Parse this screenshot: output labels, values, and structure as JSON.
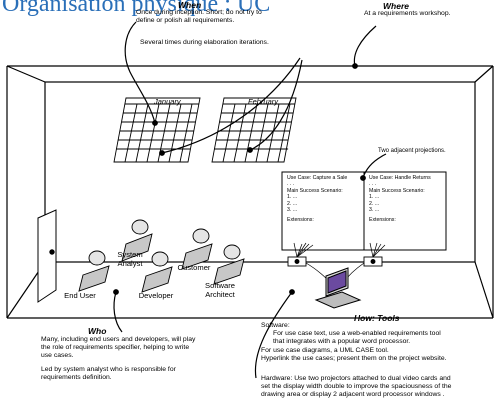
{
  "title": "Organisation physique : UC",
  "when": {
    "heading": "When",
    "line1": "Once during inception. Short; do not try to",
    "line2": "define or polish all requirements.",
    "line3": "Several times during elaboration iterations."
  },
  "where": {
    "heading": "Where",
    "text": "At a requirements workshop."
  },
  "calendar": {
    "month1": "January",
    "month2": "February"
  },
  "projections": {
    "caption": "Two adjacent projections.",
    "left": [
      "Use Case: Capture a Sale",
      ". . .",
      "Main Success Scenario:",
      "1. ...",
      "2. ...",
      "3. ...",
      "Extensions:"
    ],
    "right": [
      "Use Case: Handle Returns",
      ". . .",
      "Main Success Scenario:",
      "1. ...",
      "2. ...",
      "3. ...",
      "Extensions:"
    ]
  },
  "people": {
    "system_analyst": [
      "System",
      "Analyst"
    ],
    "customer": "Customer",
    "software_architect": [
      "Software",
      "Architect"
    ],
    "end_user": "End User",
    "developer": "Developer"
  },
  "who": {
    "heading": "Who",
    "p1_l1": "Many, including end users and developers, will play",
    "p1_l2": "the role of requirements specifier, helping to write",
    "p1_l3": "use cases.",
    "p2_l1": "Led by system analyst who is responsible for",
    "p2_l2": "requirements definition."
  },
  "how": {
    "heading": "How: Tools",
    "software_label": "Software:",
    "bullet_glyph": "",
    "s1_l1": "For use case text, use a web-enabled requirements tool",
    "s1_l2": "that integrates with a popular word processor.",
    "s2": "For use case diagrams, a UML CASE tool.",
    "s3": "Hyperlink the use cases; present them on the project website.",
    "h_l1": "Hardware: Use two projectors attached to dual video cards and",
    "h_l2": "set the display width double to improve the spaciousness of the",
    "h_l3": "drawing area or display 2 adjacent word processor windows ."
  }
}
